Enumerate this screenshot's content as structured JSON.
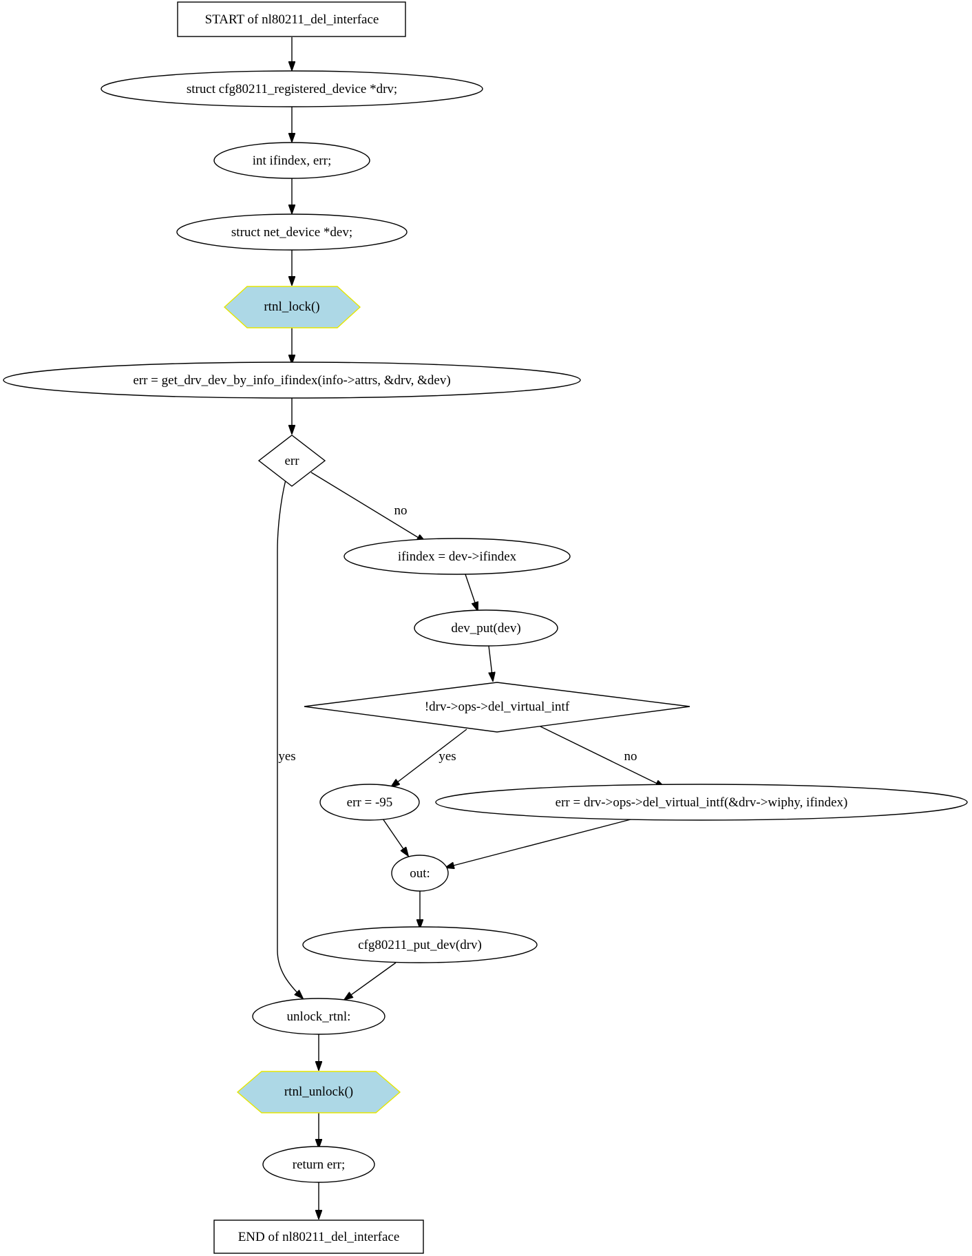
{
  "colors": {
    "stroke": "#000000",
    "lock_fill": "#add8e6",
    "lock_stroke": "#e6e600"
  },
  "nodes": {
    "start": "START of nl80211_del_interface",
    "decl_drv": "struct cfg80211_registered_device *drv;",
    "decl_ifindex": "int ifindex, err;",
    "decl_dev": "struct net_device *dev;",
    "rtnl_lock": "rtnl_lock()",
    "get_drv": "err = get_drv_dev_by_info_ifindex(info->attrs, &drv, &dev)",
    "cond_err": "err",
    "assign_ifindex": "ifindex = dev->ifindex",
    "dev_put": "dev_put(dev)",
    "cond_del": "!drv->ops->del_virtual_intf",
    "err_95": "err = -95",
    "call_del": "err = drv->ops->del_virtual_intf(&drv->wiphy, ifindex)",
    "out": "out:",
    "put_dev": "cfg80211_put_dev(drv)",
    "unlock_label": "unlock_rtnl:",
    "rtnl_unlock": "rtnl_unlock()",
    "return_err": "return err;",
    "end": "END of nl80211_del_interface"
  },
  "edge_labels": {
    "err_no": "no",
    "err_yes": "yes",
    "del_yes": "yes",
    "del_no": "no"
  }
}
